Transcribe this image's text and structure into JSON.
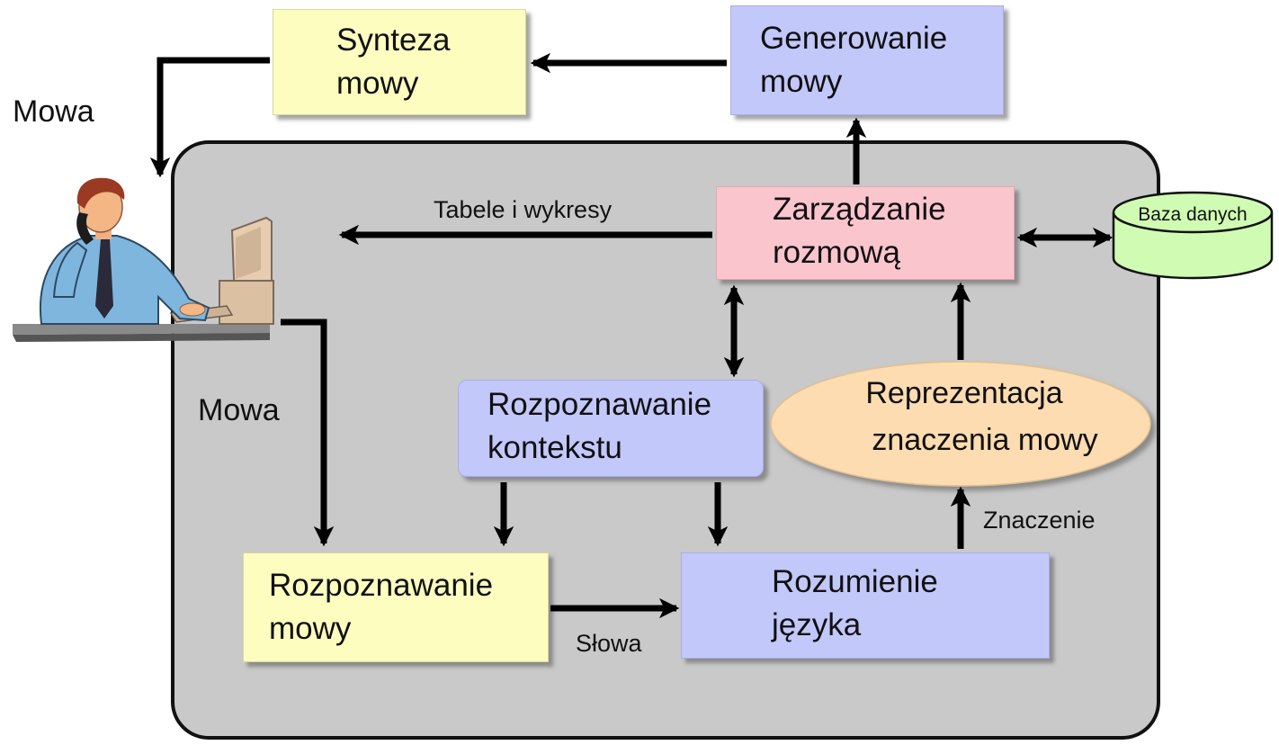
{
  "diagram": {
    "nodes": {
      "synthesis": {
        "line1": "Synteza",
        "line2": "mowy"
      },
      "generation": {
        "line1": "Generowanie",
        "line2": "mowy"
      },
      "dialog_management": {
        "line1": "Zarządzanie",
        "line2": "rozmową"
      },
      "database": {
        "label": "Baza danych"
      },
      "context_recognition": {
        "line1": "Rozpoznawanie",
        "line2": "kontekstu"
      },
      "meaning_representation": {
        "line1": "Reprezentacja",
        "line2": "znaczenia mowy"
      },
      "speech_recognition": {
        "line1": "Rozpoznawanie",
        "line2": "mowy"
      },
      "language_understanding": {
        "line1": "Rozumienie",
        "line2": "języka"
      }
    },
    "edge_labels": {
      "speech_out": "Mowa",
      "speech_in": "Mowa",
      "tables_charts": "Tabele i wykresy",
      "meaning": "Znaczenie",
      "words": "Słowa"
    },
    "colors": {
      "panel": "#c9c9c9",
      "yellow_box": "#fdfdc0",
      "blue_box": "#c3c8fb",
      "pink_box": "#fbc5ce",
      "ellipse": "#fcdcb0",
      "database": "#cffcb2"
    }
  }
}
